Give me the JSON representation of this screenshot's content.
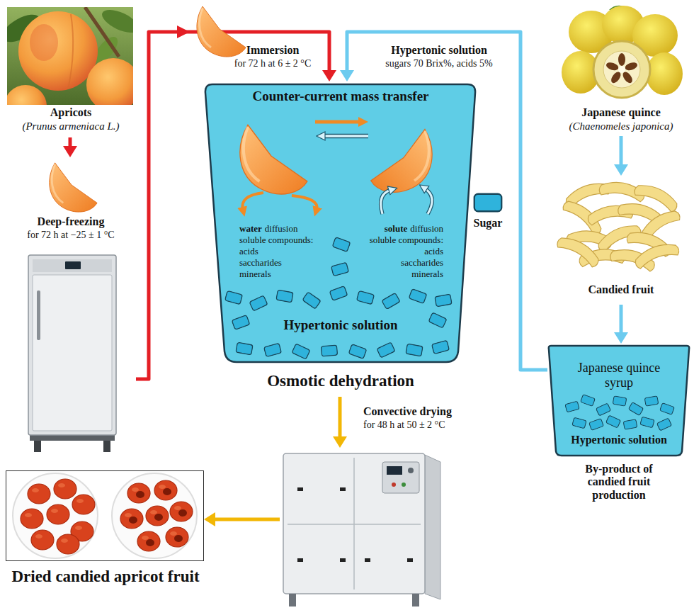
{
  "diagram": {
    "nodes": [
      {
        "text": [
          "Apricots",
          "(Prunus armeniaca L.)"
        ]
      },
      {
        "text": [
          "Deep-freezing",
          "for 72 h at −25 ± 1 °C"
        ]
      },
      {
        "text": [
          "Counter-current mass transfer",
          "Hypertonic solution",
          "Osmotic dehydration"
        ]
      },
      {
        "text": [
          "Japanese quince",
          "(Chaenomeles japonica)"
        ]
      },
      {
        "text": [
          "Candied fruit"
        ]
      },
      {
        "text": [
          "Japanese quince syrup",
          "Hypertonic solution",
          "By-product of candied fruit production"
        ]
      },
      {
        "text": [
          "Convective drying",
          "for 48 h at 50 ± 2 °C"
        ]
      },
      {
        "text": [
          "Dried candied apricot fruit"
        ]
      }
    ],
    "edges": [
      {
        "from": 0,
        "to": 1,
        "arrow": "to"
      },
      {
        "from": 1,
        "to": 2,
        "arrow": "to"
      },
      {
        "from": 3,
        "to": 4,
        "arrow": "to"
      },
      {
        "from": 4,
        "to": 5,
        "arrow": "to"
      },
      {
        "from": 5,
        "to": 2,
        "arrow": "to"
      },
      {
        "from": 2,
        "to": 6,
        "arrow": "to"
      },
      {
        "from": 6,
        "to": 7,
        "arrow": "to"
      }
    ],
    "labels": [
      "Immersion",
      "for 72 h at 6 ± 2 °C",
      "Hypertonic solution",
      "sugars 70 Brix%, acids 5%",
      "water",
      "diffusion",
      "soluble compounds:",
      "acids",
      "saccharides",
      "minerals",
      "solute",
      "diffusion",
      "soluble compounds:",
      "acids",
      "saccharides",
      "minerals",
      "Sugar"
    ]
  }
}
